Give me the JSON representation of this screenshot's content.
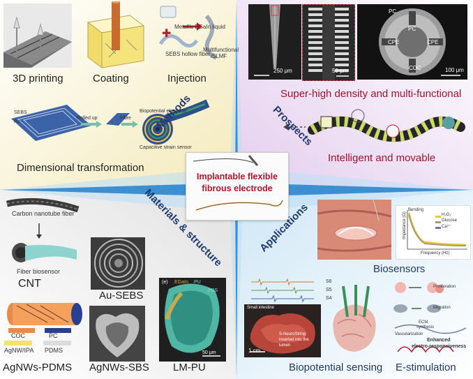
{
  "center": {
    "title_line1": "Implantable flexible",
    "title_line2": "fibrous electrode"
  },
  "sections": {
    "methods": "Methods",
    "prospects": "Prospects",
    "materials": "Materials & structure",
    "applications": "Applications"
  },
  "methods": {
    "printing": "3D printing",
    "coating": "Coating",
    "injection": "Injection",
    "injection_labels": {
      "egain": "Metallic EGaIn liquid",
      "sebs": "SEBS hollow fiber",
      "multi1": "Multifunctional",
      "multi2": "iSLMF"
    },
    "dimensional": "Dimensional transformation",
    "dim_labels": {
      "sebs": "SEBS",
      "au": "Au",
      "rolled": "Rolled up",
      "fibre": "Fibre",
      "biopotential": "Biopotential electrode",
      "capacitive": "Capacitive strain sensor"
    }
  },
  "prospects": {
    "density": "Super-high density and multi-functional",
    "intelligent": "Intelligent and movable",
    "scale1": "250 μm",
    "scale2": "50 μm",
    "scale3": "100 μm",
    "pc1": "PC",
    "pc2": "PC",
    "cpe1": "CPE",
    "cpe2": "CPE",
    "coc": "COC"
  },
  "materials": {
    "cnt_fiber": "Carbon nanotube fiber",
    "fiber_biosensor": "Fiber biosensor",
    "cnt": "CNT",
    "au_sebs": "Au-SEBS",
    "agnws_pdms": "AgNWs-PDMS",
    "agnws_sbs": "AgNWs-SBS",
    "lm_pu": "LM-PU",
    "legend": {
      "coc": "COC",
      "pc": "PC",
      "agnw": "AgNW/IPA",
      "pdms": "PDMS"
    },
    "lm_panel": {
      "tag": "(e)",
      "egain": "EGaIn",
      "pu": "PU",
      "pbs": "PBS",
      "scale": "50 μm"
    }
  },
  "applications": {
    "biosensors": "Biosensors",
    "biopotential": "Biopotential sensing",
    "estim": "E-stimulation",
    "bs_chart": {
      "ylabel": "Impedance (Ω)",
      "xlabel": "Frequency (Hz)",
      "legend_title": "Bending",
      "series": [
        "H₂O₂",
        "Glucose",
        "Ca²⁺"
      ]
    },
    "bp": {
      "s6": "S6",
      "s5": "S5",
      "s4": "S4",
      "neuro1": "S-NeuroString",
      "neuro2": "inserted into the",
      "neuro3": "lumen",
      "scale": "1 cm",
      "small": "Small intestine"
    },
    "es": {
      "prolif": "Proliferation",
      "migration": "Migration",
      "ecm1": "ECM",
      "ecm2": "synthesis",
      "vasc": "Vascularization",
      "enh1": "Enhanced",
      "enh2": "electro-responsiveness"
    }
  },
  "colors": {
    "methods_bg": "#f6f0c8",
    "prospects_bg": "#eadcf0",
    "materials_bg": "#e9e9e9",
    "applications_bg": "#d7ecf7",
    "cross": "#3c8fd1",
    "section_text": "#1f3a6e",
    "accent_red": "#a3122a"
  }
}
